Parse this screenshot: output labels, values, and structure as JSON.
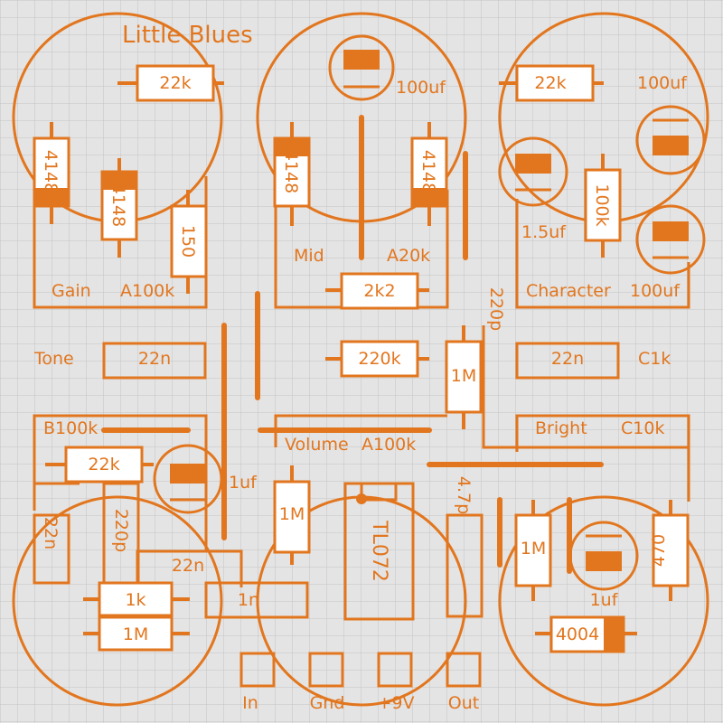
{
  "title": "Little Blues",
  "colors": {
    "ink": "#e2761e",
    "board": "#e4e4e4",
    "grid": "#c4c4c4",
    "fill": "#ffffff"
  },
  "pots": {
    "gain": "Gain",
    "gain_value": "A100k",
    "mid": "Mid",
    "mid_value": "A20k",
    "character": "Character",
    "character_value": "100uf",
    "tone": "Tone",
    "tone_b": "B100k",
    "volume": "Volume",
    "volume_value": "A100k",
    "bright": "Bright",
    "bright_value": "C10k",
    "c1k": "C1k"
  },
  "resistors": {
    "r_22k_top_left": "22k",
    "r_150": "150",
    "r_22k_top_right": "22k",
    "r_100k": "100k",
    "r_2k2": "2k2",
    "r_220k": "220k",
    "r_1m_center": "1M",
    "r_22k_mid_left": "22k",
    "r_1k": "1k",
    "r_1m_bottom_left": "1M",
    "r_1m_volume": "1M",
    "r_1m_right": "1M",
    "r_470": "470"
  },
  "diodes": {
    "d_left": "4148",
    "d_left_2": "4148",
    "d_mid_left": "4148",
    "d_mid_right": "4148",
    "d_4004": "4004"
  },
  "capacitors": {
    "c_100uf_top": "100uf",
    "c_100uf_right": "100uf",
    "c_1_5uf": "1.5uf",
    "c_220p_right": "220p",
    "c_22n_tone": "22n",
    "c_22n_right": "22n",
    "c_1uf_left": "1uf",
    "c_22n_vertical": "22n",
    "c_220p_left": "220p",
    "c_22n_bottom": "22n",
    "c_1n": "1n",
    "c_4_7p": "4.7p",
    "c_1uf_right": "1uf"
  },
  "ic": {
    "label": "TL072"
  },
  "pads": {
    "in": "In",
    "gnd": "Gnd",
    "v9": "+9V",
    "out": "Out"
  }
}
